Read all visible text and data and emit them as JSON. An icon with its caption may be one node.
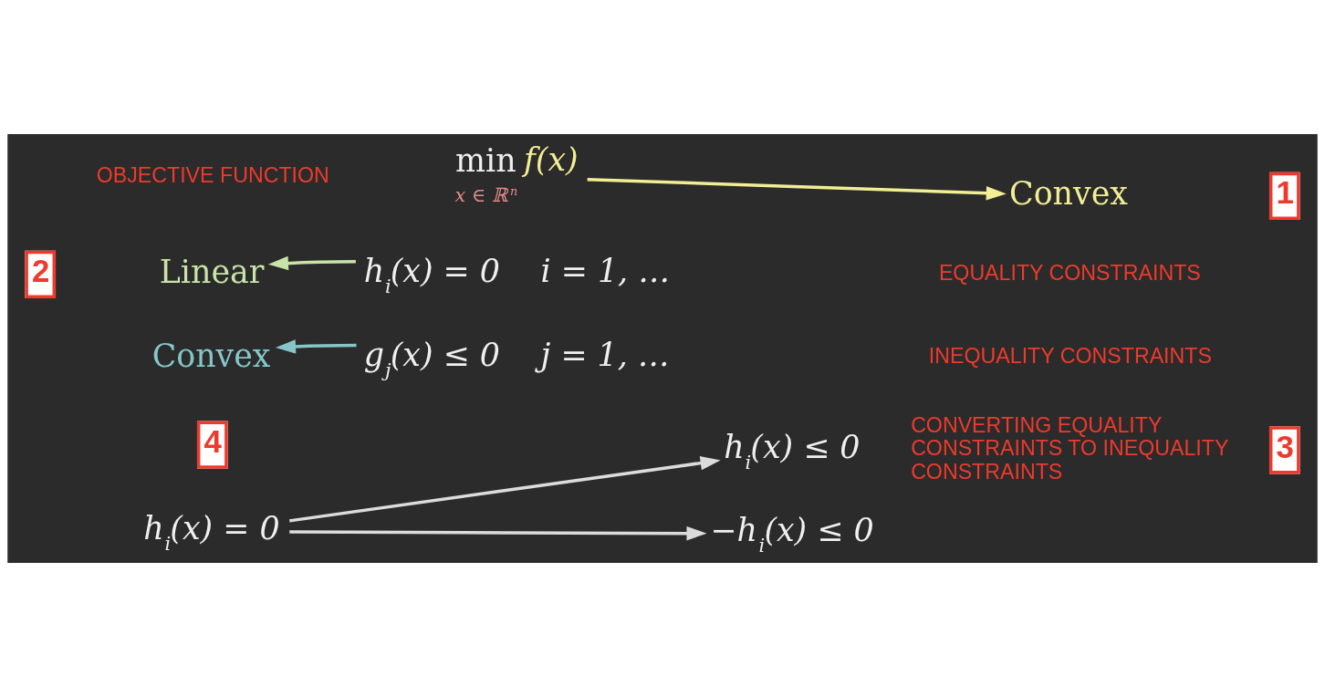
{
  "diagram": {
    "nodes": [
      {
        "text": [
          "min",
          "x ∈ ℝ$^{n}$",
          "f(x)"
        ]
      },
      {
        "text": [
          "Convex"
        ]
      },
      {
        "text": [
          "Linear"
        ]
      },
      {
        "text": [
          "h$_{i}$(x) = 0"
        ],
        "beside": [
          "i = 1, …"
        ]
      },
      {
        "text": [
          "Convex"
        ]
      },
      {
        "text": [
          "g$_{j}$(x) ≤ 0"
        ],
        "beside": [
          "j = 1, …"
        ]
      },
      {
        "text": [
          "h$_{i}$(x) ≤ 0"
        ]
      },
      {
        "text": [
          "h$_{i}$(x) = 0"
        ]
      },
      {
        "text": [
          "−h$_{i}$(x) ≤ 0"
        ]
      }
    ],
    "edges": [
      {
        "from": 0,
        "to": 1,
        "arrow": "to",
        "color": "#f2ee94"
      },
      {
        "from": 3,
        "to": 2,
        "arrow": "to",
        "color": "#c9e4a8"
      },
      {
        "from": 5,
        "to": 4,
        "arrow": "to",
        "color": "#86c6c9"
      },
      {
        "from": 7,
        "to": 6,
        "arrow": "to"
      },
      {
        "from": 7,
        "to": 8,
        "arrow": "to"
      }
    ],
    "labels": [
      "OBJECTIVE FUNCTION",
      "1",
      "2",
      "EQUALITY CONSTRAINTS",
      "INEQUALITY CONSTRAINTS",
      "4",
      "3",
      "CONVERTING EQUALITY CONSTRAINTS TO INEQUALITY CONSTRAINTS"
    ]
  }
}
